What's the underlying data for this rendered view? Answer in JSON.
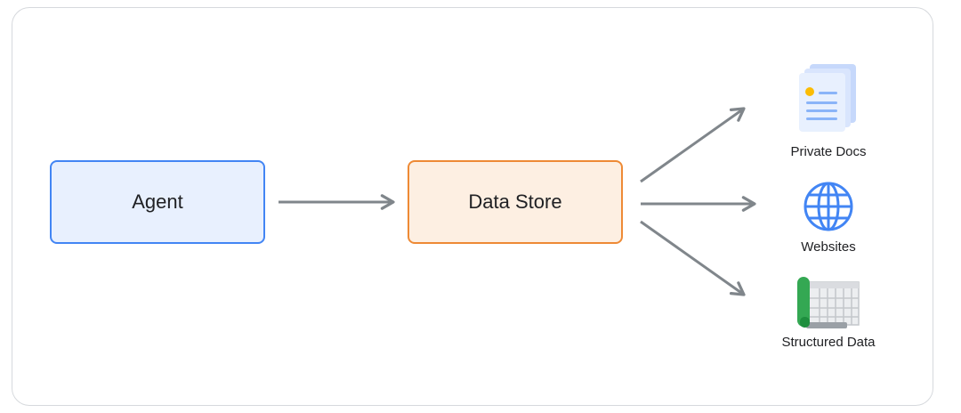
{
  "diagram": {
    "agent_label": "Agent",
    "store_label": "Data Store",
    "sources": [
      {
        "label": "Private Docs",
        "icon": "document-stack-icon"
      },
      {
        "label": "Websites",
        "icon": "globe-icon"
      },
      {
        "label": "Structured Data",
        "icon": "spreadsheet-icon"
      }
    ]
  },
  "colors": {
    "agent_fill": "#e8f0fe",
    "agent_border": "#4285f4",
    "store_fill": "#fdefe2",
    "store_border": "#ee8a35",
    "arrow": "#80868b",
    "globe": "#4285f4",
    "doc_accent": "#fbbc04",
    "sheet_green": "#34a853"
  }
}
